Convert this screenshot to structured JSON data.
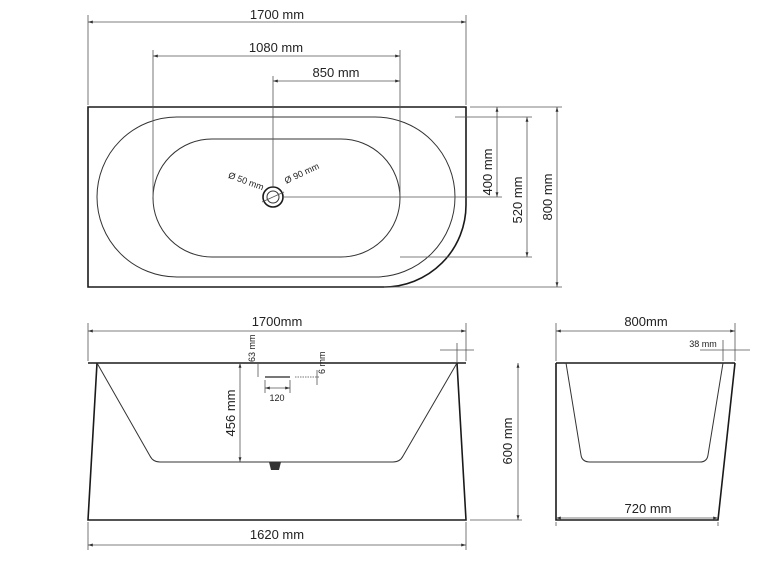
{
  "top_view": {
    "overall_length": "1700 mm",
    "drain_offset_length": "1080 mm",
    "drain_center_length": "850 mm",
    "drain_center_width": "400 mm",
    "inner_width": "520 mm",
    "overall_width": "800 mm",
    "overflow_diameter": "Ø 50 mm",
    "drain_diameter": "Ø 90 mm"
  },
  "front_view": {
    "top_length": "1700mm",
    "bottom_length": "1620 mm",
    "inner_depth": "456 mm",
    "overall_height": "600 mm",
    "rim_offset": "63 mm",
    "overflow_height": "6 mm",
    "overflow_width": "120"
  },
  "side_view": {
    "top_width": "800mm",
    "bottom_width": "720 mm",
    "taper": "38 mm"
  }
}
